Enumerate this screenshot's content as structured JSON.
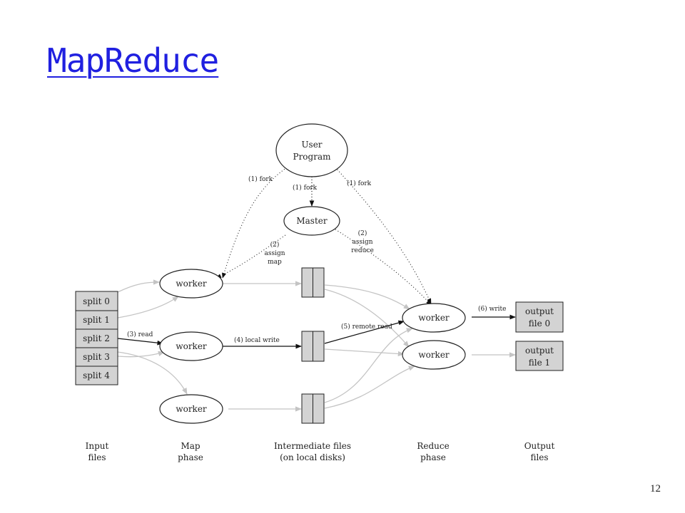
{
  "slide": {
    "title": "MapReduce",
    "page_number": "12"
  },
  "diagram": {
    "user_program": [
      "User",
      "Program"
    ],
    "master": "Master",
    "worker": "worker",
    "splits": [
      "split 0",
      "split 1",
      "split 2",
      "split 3",
      "split 4"
    ],
    "outputs": [
      [
        "output",
        "file 0"
      ],
      [
        "output",
        "file 1"
      ]
    ],
    "edges": {
      "fork_left": "(1) fork",
      "fork_mid": "(1) fork",
      "fork_right": "(1) fork",
      "assign_map": [
        "(2)",
        "assign",
        "map"
      ],
      "assign_reduce": [
        "(2)",
        "assign",
        "reduce"
      ],
      "read": "(3) read",
      "local_write": "(4) local write",
      "remote_read": "(5) remote read",
      "write": "(6) write"
    },
    "phases": [
      [
        "Input",
        "files"
      ],
      [
        "Map",
        "phase"
      ],
      [
        "Intermediate files",
        "(on local disks)"
      ],
      [
        "Reduce",
        "phase"
      ],
      [
        "Output",
        "files"
      ]
    ]
  }
}
